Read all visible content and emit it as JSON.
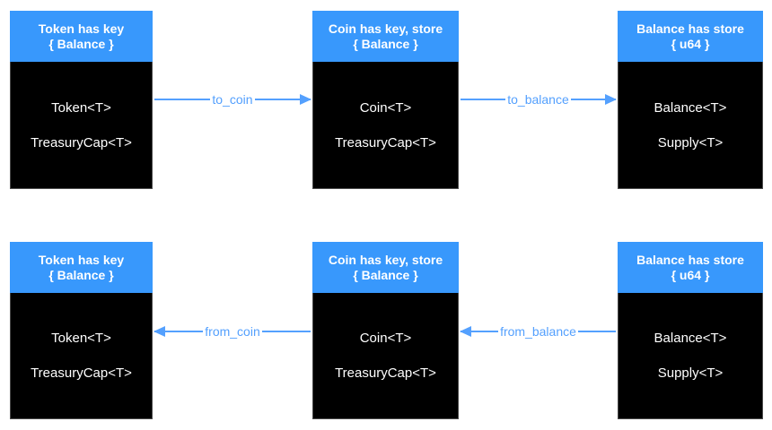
{
  "diagram": {
    "colors": {
      "header_blue": "#3898FC",
      "arrow_blue": "#54A0FE",
      "box_black": "#000000",
      "box_border": "#4a4a4a",
      "header_text": "#ffffff",
      "body_text": "#ffffff",
      "background": "#ffffff"
    },
    "boxes": [
      {
        "title_line1": "Token has key",
        "title_line2": "{ Balance }",
        "items": [
          "Token<T>",
          "TreasuryCap<T>"
        ]
      },
      {
        "title_line1": "Coin has key, store",
        "title_line2": "{ Balance }",
        "items": [
          "Coin<T>",
          "TreasuryCap<T>"
        ]
      },
      {
        "title_line1": "Balance has store",
        "title_line2": "{ u64 }",
        "items": [
          "Balance<T>",
          "Supply<T>"
        ]
      },
      {
        "title_line1": "Token has key",
        "title_line2": "{ Balance }",
        "items": [
          "Token<T>",
          "TreasuryCap<T>"
        ]
      },
      {
        "title_line1": "Coin has key, store",
        "title_line2": "{ Balance }",
        "items": [
          "Coin<T>",
          "TreasuryCap<T>"
        ]
      },
      {
        "title_line1": "Balance has store",
        "title_line2": "{ u64 }",
        "items": [
          "Balance<T>",
          "Supply<T>"
        ]
      }
    ],
    "arrows": [
      {
        "label": "to_coin",
        "direction": "right"
      },
      {
        "label": "to_balance",
        "direction": "right"
      },
      {
        "label": "from_coin",
        "direction": "left"
      },
      {
        "label": "from_balance",
        "direction": "left"
      }
    ]
  }
}
